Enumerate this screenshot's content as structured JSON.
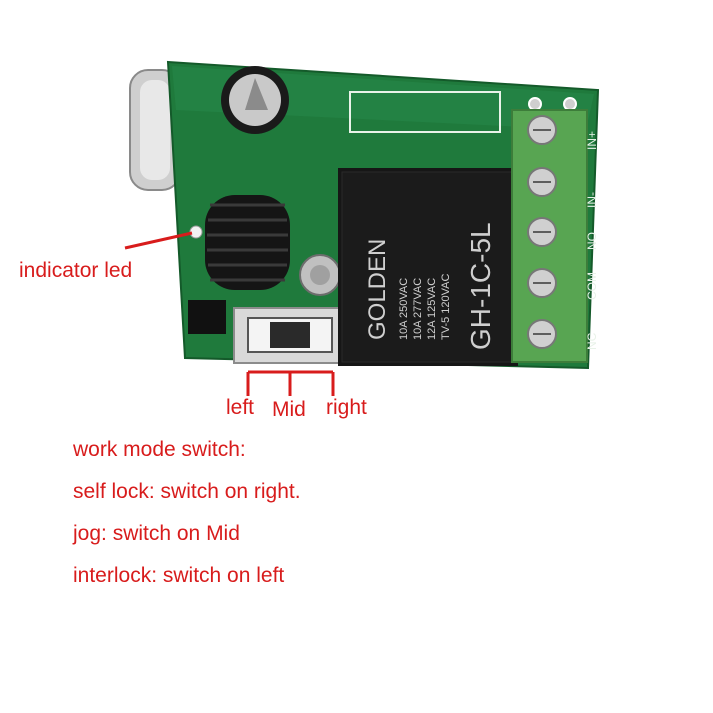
{
  "colors": {
    "annotation": "#d81c1c",
    "pcb": "#1f7a3c",
    "terminal": "#58a552",
    "relay": "#1a1a1a"
  },
  "relay": {
    "brand": "GOLDEN",
    "model": "GH-1C-5L",
    "ratings": [
      "10A 250VAC",
      "10A 277VAC",
      "12A 125VAC",
      "TV-5 120VAC"
    ]
  },
  "terminal_labels": [
    "IN+",
    "IN-",
    "NO",
    "COM",
    "NC"
  ],
  "annotations": {
    "indicator_led": "indicator led",
    "switch_left": "left",
    "switch_mid": "Mid",
    "switch_right": "right"
  },
  "notes": [
    "work mode switch:",
    "self lock: switch on right.",
    "jog: switch on Mid",
    "interlock: switch on left"
  ]
}
